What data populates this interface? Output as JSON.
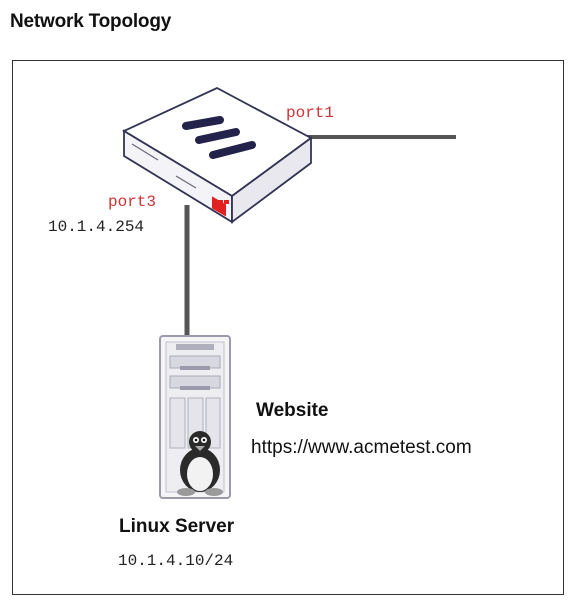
{
  "title": "Network Topology",
  "labels": {
    "port1": "port1",
    "port3": "port3",
    "port3_ip": "10.1.4.254",
    "website_title": "Website",
    "website_url": "https://www.acmetest.com",
    "server_name": "Linux Server",
    "server_ip": "10.1.4.10/24"
  },
  "colors": {
    "port_label": "#cc3333",
    "cable": "#555555",
    "device_outline": "#333355",
    "firewall_accent": "#e02020"
  },
  "icons": {
    "firewall": "firewall-appliance-icon",
    "server": "tower-server-icon",
    "os": "linux-penguin-icon"
  }
}
